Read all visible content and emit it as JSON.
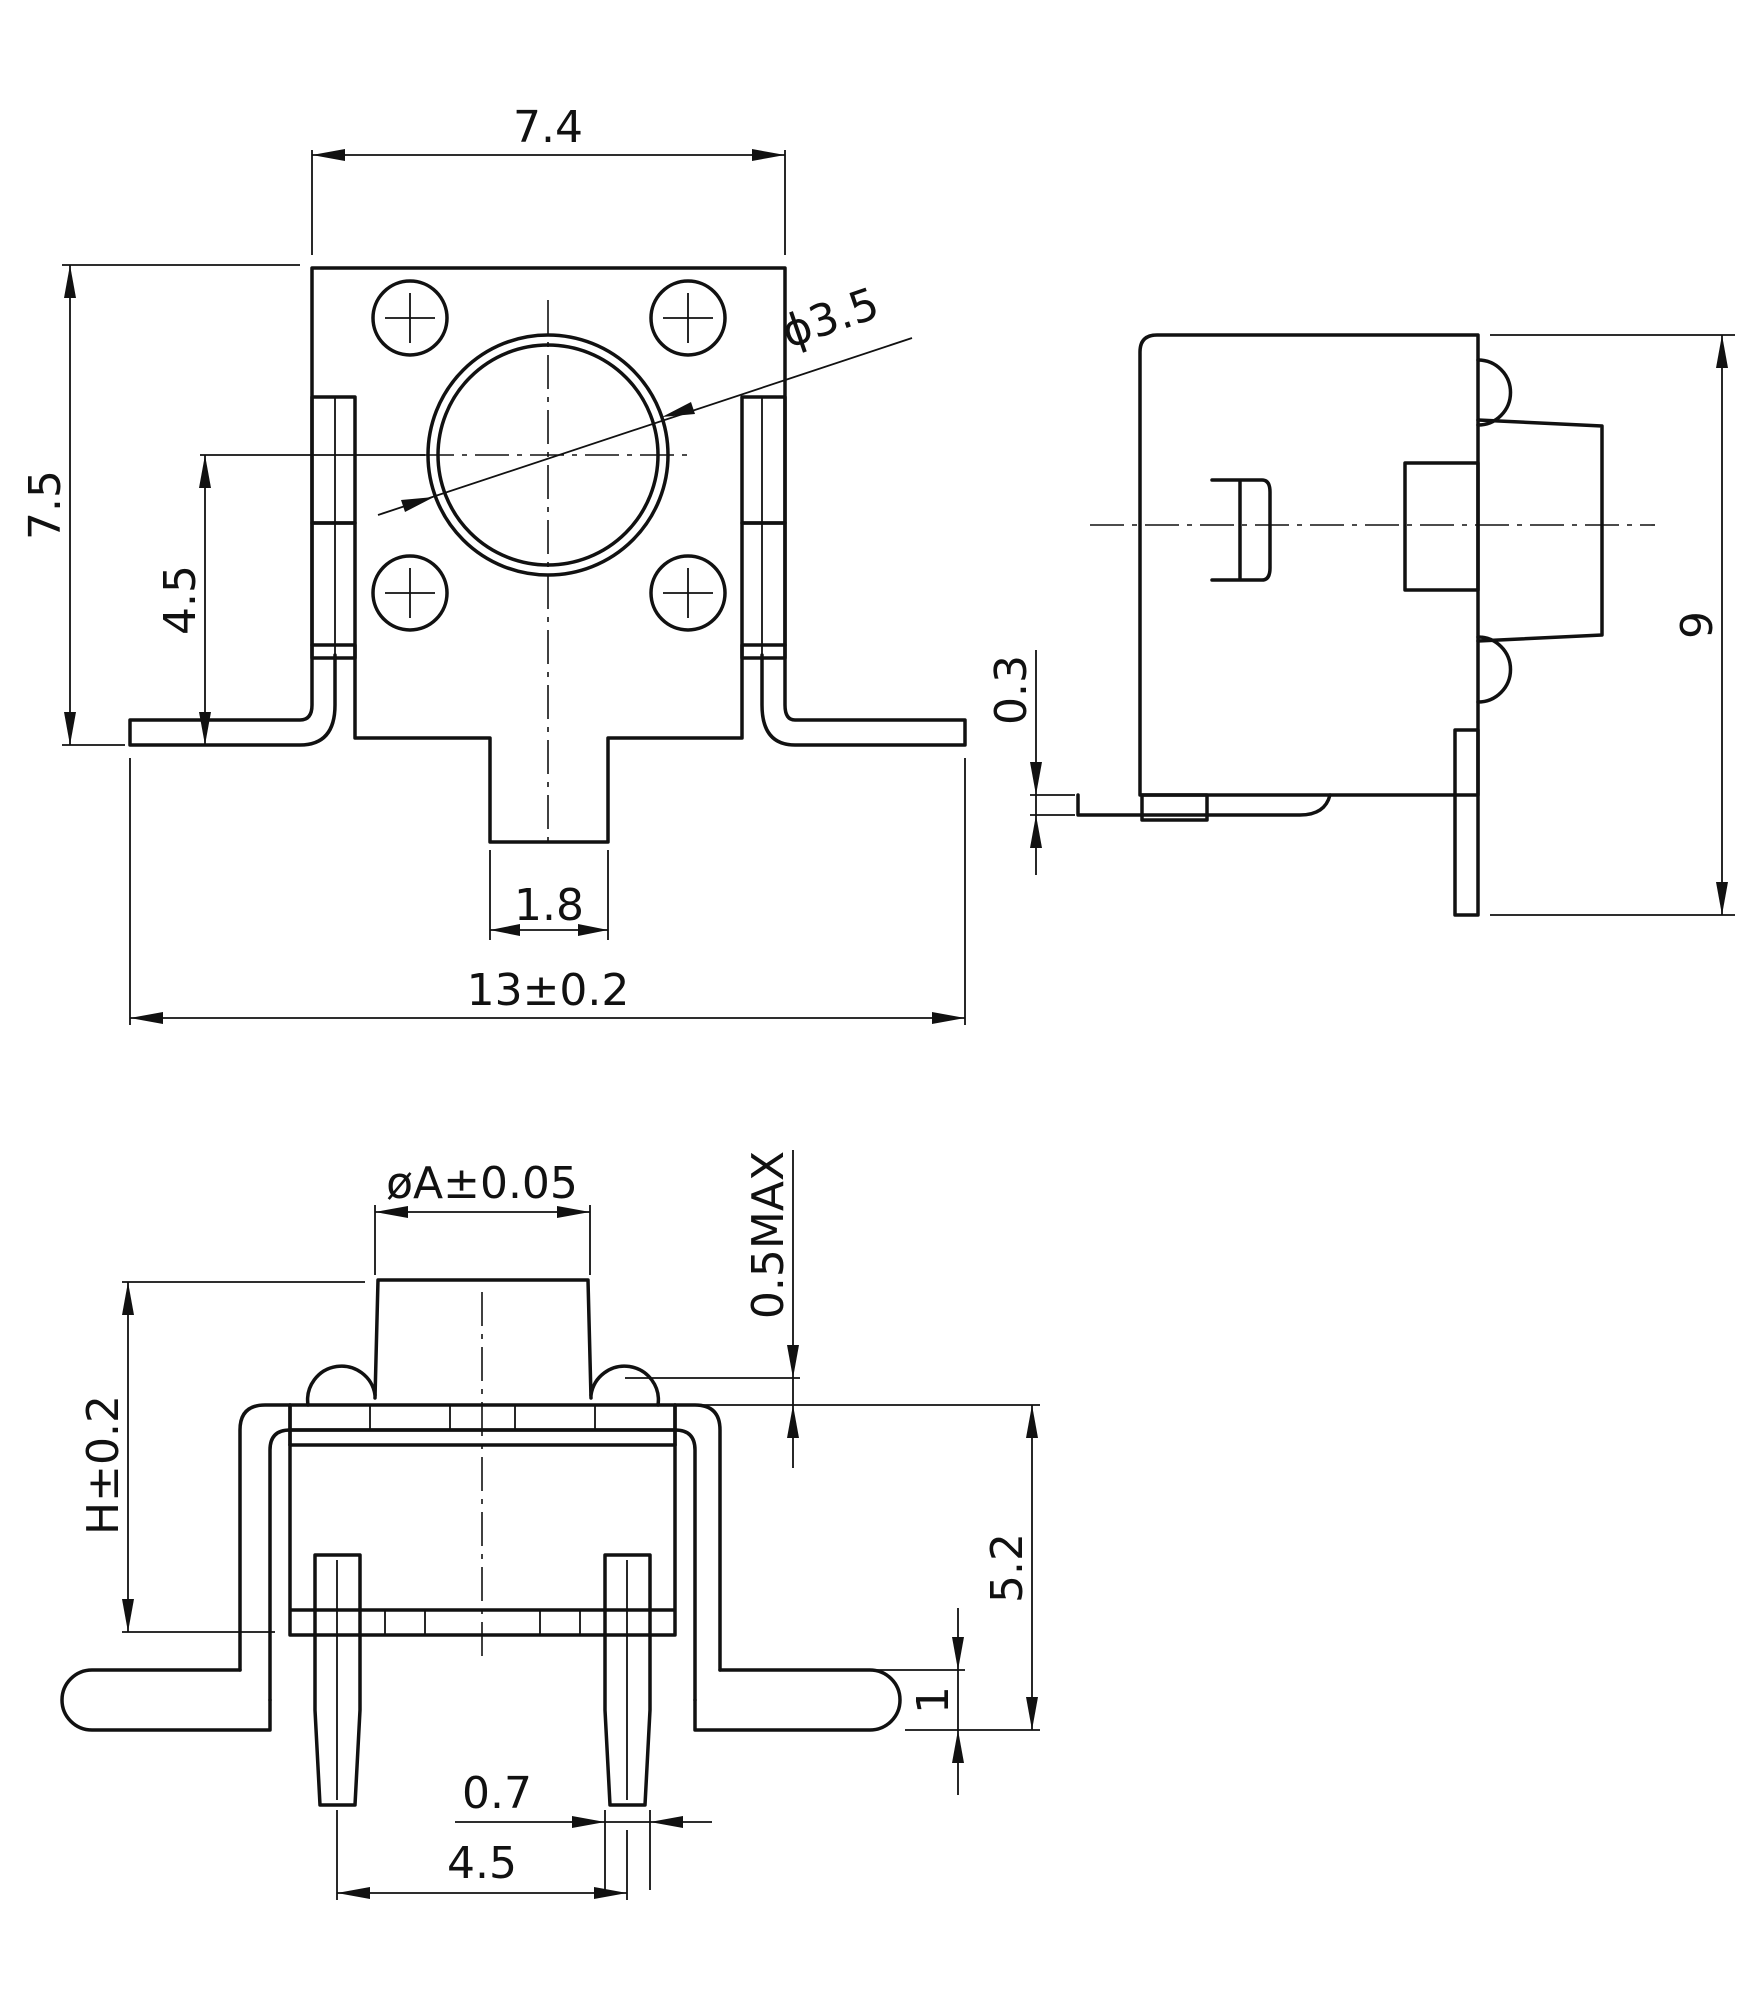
{
  "dims": {
    "top_width": "7.4",
    "body_height": "7.5",
    "button_dia": "ϕ3.5",
    "pin_height": "4.5",
    "tab_width": "1.8",
    "overall_width": "13±0.2",
    "side_thick": "0.3",
    "side_height": "9",
    "button_dia_a": "øA±0.05",
    "button_rise": "0.5MAX",
    "total_height": "H±0.2",
    "body_height_front": "5.2",
    "foot_height": "1",
    "pin_width": "0.7",
    "pin_pitch": "4.5"
  }
}
